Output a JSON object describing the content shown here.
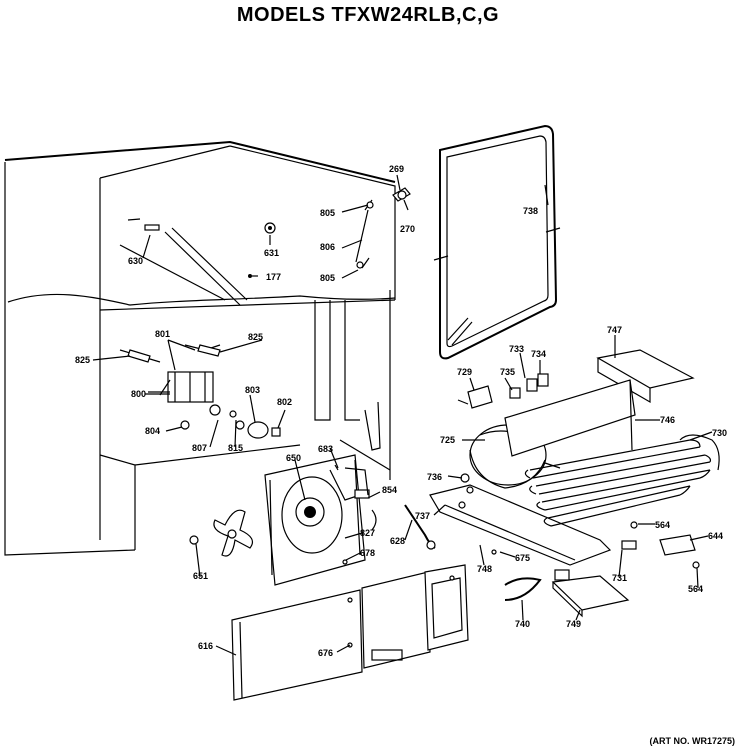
{
  "title": "MODELS TFXW24RLB,C,G",
  "art_no": "(ART NO. WR17275)",
  "parts": [
    {
      "id": "269"
    },
    {
      "id": "805a",
      "text": "805"
    },
    {
      "id": "270"
    },
    {
      "id": "738"
    },
    {
      "id": "806"
    },
    {
      "id": "805b",
      "text": "805"
    },
    {
      "id": "631"
    },
    {
      "id": "630"
    },
    {
      "id": "177"
    },
    {
      "id": "747"
    },
    {
      "id": "801"
    },
    {
      "id": "825a",
      "text": "825"
    },
    {
      "id": "825b",
      "text": "825"
    },
    {
      "id": "733"
    },
    {
      "id": "734"
    },
    {
      "id": "729"
    },
    {
      "id": "735"
    },
    {
      "id": "800"
    },
    {
      "id": "803"
    },
    {
      "id": "802"
    },
    {
      "id": "746"
    },
    {
      "id": "804"
    },
    {
      "id": "807"
    },
    {
      "id": "815"
    },
    {
      "id": "725"
    },
    {
      "id": "730"
    },
    {
      "id": "650"
    },
    {
      "id": "683"
    },
    {
      "id": "736"
    },
    {
      "id": "854"
    },
    {
      "id": "737"
    },
    {
      "id": "827"
    },
    {
      "id": "564a",
      "text": "564"
    },
    {
      "id": "644"
    },
    {
      "id": "628"
    },
    {
      "id": "678"
    },
    {
      "id": "748"
    },
    {
      "id": "675"
    },
    {
      "id": "651"
    },
    {
      "id": "731"
    },
    {
      "id": "564b",
      "text": "564"
    },
    {
      "id": "740"
    },
    {
      "id": "749"
    },
    {
      "id": "616"
    },
    {
      "id": "676"
    }
  ]
}
